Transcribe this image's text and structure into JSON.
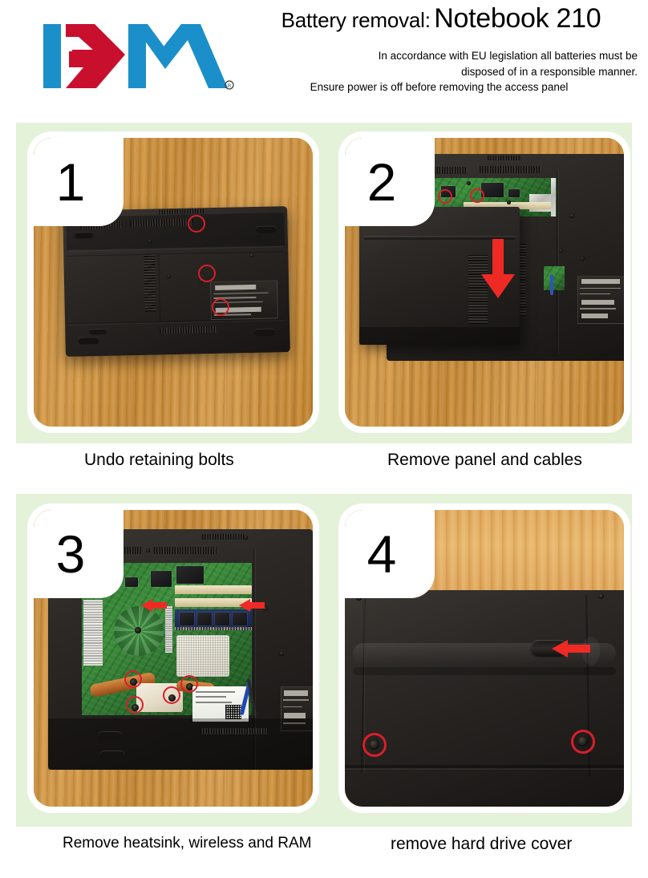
{
  "header": {
    "logo_alt": "RM",
    "logo_colors": {
      "blue": "#1b8fc9",
      "red": "#c8102e"
    },
    "title_prefix": "Battery removal:",
    "title_model": "Notebook 210",
    "subtitle_lines": [
      "In accordance with EU legislation all batteries must be",
      "disposed of in a responsible manner.",
      "Ensure power is off  before removing the access panel"
    ]
  },
  "theme": {
    "band_green": "#e4f2da",
    "annotation_red": "#d81f2a",
    "page_background": "#ffffff"
  },
  "steps": [
    {
      "number": "1",
      "caption": "Undo retaining bolts",
      "scene": "laptop-underside-closed",
      "markers": {
        "circles": 3,
        "arrows": 0
      }
    },
    {
      "number": "2",
      "caption": "Remove panel and cables",
      "scene": "access-panel-sliding-off",
      "markers": {
        "circles": 2,
        "arrows": 1
      }
    },
    {
      "number": "3",
      "caption": "Remove heatsink, wireless and RAM",
      "scene": "motherboard-exposed",
      "markers": {
        "circles": 4,
        "arrows": 2
      }
    },
    {
      "number": "4",
      "caption": "remove hard drive cover",
      "scene": "hard-drive-cover-latch",
      "markers": {
        "circles": 2,
        "arrows": 1
      }
    }
  ]
}
